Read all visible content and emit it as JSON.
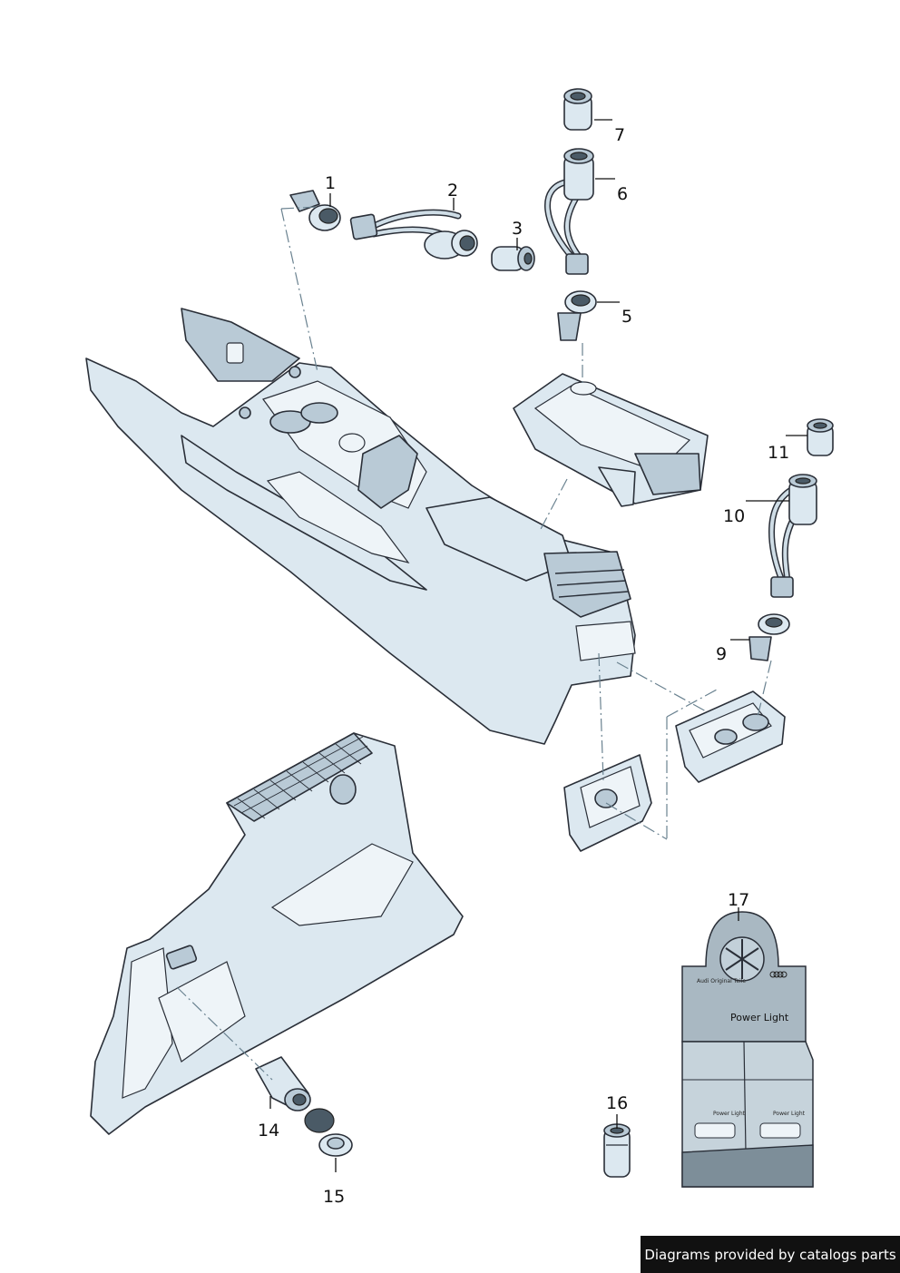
{
  "callouts": [
    "1",
    "2",
    "3",
    "5",
    "6",
    "7",
    "9",
    "10",
    "11",
    "14",
    "15",
    "16",
    "17"
  ],
  "box": {
    "header_brand": "Audi Original Teile",
    "title": "Power Light",
    "pack_label": "Power Light"
  },
  "footer": {
    "text": "Diagrams provided by catalogs parts"
  }
}
